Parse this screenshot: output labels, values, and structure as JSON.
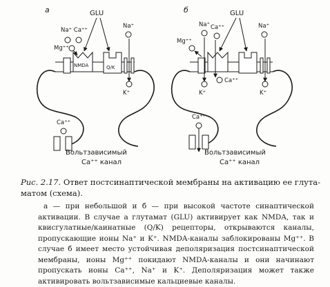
{
  "figure": {
    "panel_a": {
      "letter": "а",
      "glu": "GLU",
      "na_ca": "Na⁺ Ca⁺⁺",
      "mg": "Mg⁺⁺",
      "na": "Na⁺",
      "nmda": "NMDA",
      "qk": "Q/K",
      "k": "K⁺",
      "ca_lower": "Ca⁺⁺",
      "channel_label_1": "Вольтзависимый",
      "channel_label_2": "Ca⁺⁺ канал"
    },
    "panel_b": {
      "letter": "б",
      "glu": "GLU",
      "na_left": "Na⁺",
      "ca": "Ca⁺⁺",
      "mg": "Mg⁺⁺",
      "na_right": "Na⁺",
      "k_left": "K⁺",
      "ca_inside": "Ca⁺⁺",
      "k_right": "K⁺",
      "ca_lower": "Ca⁺⁺",
      "channel_label_1": "Вольтзависимый",
      "channel_label_2": "Ca⁺⁺ канал"
    }
  },
  "caption": {
    "number": "Рис. 2.17.",
    "title": "Ответ постсинаптической мембраны на активацию ее глута- матом (схема)."
  },
  "legend": "а — при небольшой и б — при высокой частоте синаптической активации. В случае а глутамат (GLU) активирует как NMDA, так и квисгулатные/каинатные (Q/K) рецепторы, открываются каналы, пропускающие ионы Na⁺ и K⁺. NMDA-каналы заблокированы Mg⁺⁺. В случае б имеет место устойчивая деполяризация постсинаптической мембраны, ионы Mg⁺⁺ покидают NMDA-каналы и они начинают пропускать ионы Ca⁺⁺, Na⁺ и K⁺. Деполяризация может также активировать вольтзависимые кальциевые каналы."
}
